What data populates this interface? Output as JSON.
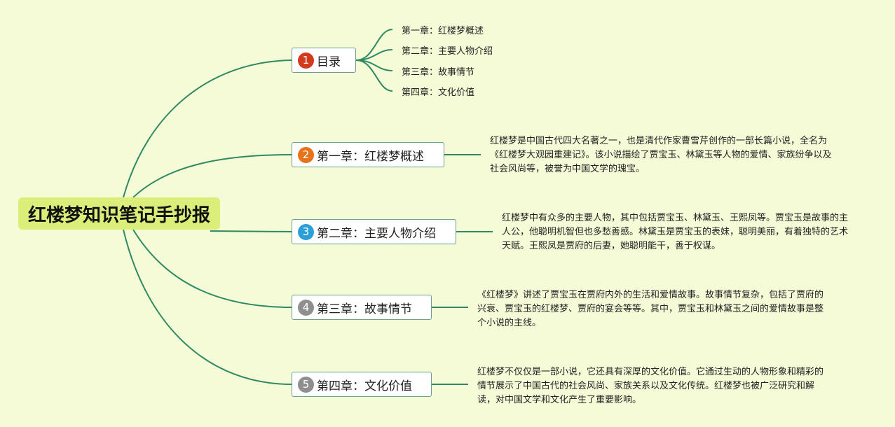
{
  "root": {
    "title": "红楼梦知识笔记手抄报"
  },
  "topics": [
    {
      "number": "1",
      "label": "目录",
      "badge_color": "#d23a1e"
    },
    {
      "number": "2",
      "label": "第一章：红楼梦概述",
      "badge_color": "#e8731a"
    },
    {
      "number": "3",
      "label": "第二章：主要人物介绍",
      "badge_color": "#2c9fd8"
    },
    {
      "number": "4",
      "label": "第三章：故事情节",
      "badge_color": "#8f8f8f"
    },
    {
      "number": "5",
      "label": "第四章：文化价值",
      "badge_color": "#8f8f8f"
    }
  ],
  "toc_items": [
    "第一章：红楼梦概述",
    "第二章：主要人物介绍",
    "第三章：故事情节",
    "第四章：文化价值"
  ],
  "notes": [
    "红楼梦是中国古代四大名著之一，也是清代作家曹雪芹创作的一部长篇小说，全名为《红楼梦大观园重建记》。该小说描绘了贾宝玉、林黛玉等人物的爱情、家族纷争以及社会风尚等，被誉为中国文学的瑰宝。",
    "红楼梦中有众多的主要人物，其中包括贾宝玉、林黛玉、王熙凤等。贾宝玉是故事的主人公，他聪明机智但也多愁善感。林黛玉是贾宝玉的表妹，聪明美丽，有着独特的艺术天赋。王熙凤是贾府的后妻，她聪明能干，善于权谋。",
    "《红楼梦》讲述了贾宝玉在贾府内外的生活和爱情故事。故事情节复杂，包括了贾府的兴衰、贾宝玉的红楼梦、贾府的宴会等等。其中，贾宝玉和林黛玉之间的爱情故事是整个小说的主线。",
    "红楼梦不仅仅是一部小说，它还具有深厚的文化价值。它通过生动的人物形象和精彩的情节展示了中国古代的社会风尚、家族关系以及文化传统。红楼梦也被广泛研究和解读，对中国文学和文化产生了重要影响。"
  ],
  "colors": {
    "line": "#2f8a64",
    "background": "#f4fbd6",
    "root_fill": "#dcee7a"
  }
}
